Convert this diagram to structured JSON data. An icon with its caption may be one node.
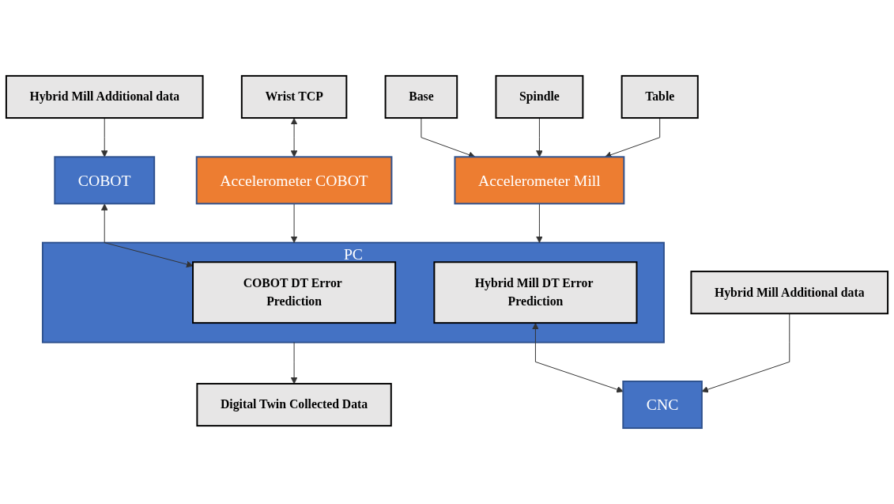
{
  "diagram": {
    "nodes": [
      {
        "text": [
          "Wrist TCP"
        ]
      },
      {
        "text": [
          "Base"
        ]
      },
      {
        "text": [
          "Spindle"
        ]
      },
      {
        "text": [
          "Table"
        ]
      },
      {
        "text": [
          "Accelerometer COBOT"
        ]
      },
      {
        "text": [
          "Accelerometer Mill"
        ]
      },
      {
        "text": [
          "PC"
        ]
      },
      {
        "text": [
          "COBOT DT Error Prediction"
        ],
        "in": 6
      },
      {
        "text": [
          "Hybrid Mill DT Error Prediction"
        ],
        "in": 6
      },
      {
        "text": [
          "COBOT"
        ]
      },
      {
        "text": [
          "CNC"
        ]
      },
      {
        "text": [
          "Hybrid Mill Additional data"
        ]
      },
      {
        "text": [
          "Digital Twin Collected Data"
        ]
      },
      {
        "text": [
          "Hybrid Mill Additional data"
        ]
      }
    ],
    "edges": [
      {
        "from": 0,
        "to": 4,
        "arrow": "both"
      },
      {
        "from": 1,
        "to": 5,
        "arrow": "to"
      },
      {
        "from": 2,
        "to": 5,
        "arrow": "to"
      },
      {
        "from": 3,
        "to": 5,
        "arrow": "to"
      },
      {
        "from": 4,
        "to": 6,
        "arrow": "to"
      },
      {
        "from": 5,
        "to": 6,
        "arrow": "to"
      },
      {
        "from": 9,
        "to": 7,
        "arrow": "both"
      },
      {
        "from": 8,
        "to": 10,
        "arrow": "both"
      },
      {
        "from": 11,
        "to": 9,
        "arrow": "to"
      },
      {
        "from": 13,
        "to": 10,
        "arrow": "to"
      },
      {
        "from": 6,
        "to": 12,
        "arrow": "to"
      }
    ]
  }
}
